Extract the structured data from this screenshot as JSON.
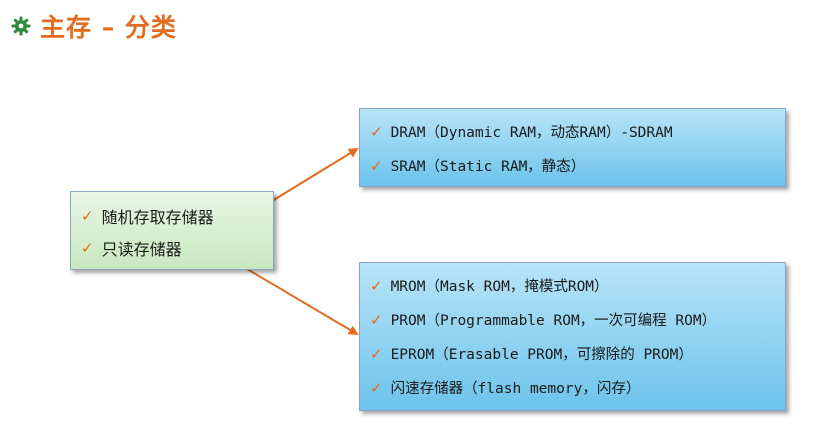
{
  "title": "主存 – 分类",
  "colors": {
    "accent": "#e36c1f",
    "green_box": "#d6efcf",
    "blue_box": "#8fd1f0"
  },
  "icons": {
    "title_bullet": "gear-bullet-icon",
    "item_bullet": "checkmark-icon"
  },
  "check_glyph": "✓",
  "left_box": {
    "items": [
      "随机存取存储器",
      "只读存储器"
    ]
  },
  "ram_box": {
    "items": [
      "DRAM（Dynamic RAM，动态RAM）-SDRAM",
      "SRAM（Static RAM，静态）"
    ]
  },
  "rom_box": {
    "items": [
      "MROM（Mask ROM，掩模式ROM）",
      "PROM（Programmable ROM，一次可编程 ROM）",
      "EPROM（Erasable PROM，可擦除的 PROM）",
      "闪速存储器（flash memory，闪存）"
    ]
  }
}
